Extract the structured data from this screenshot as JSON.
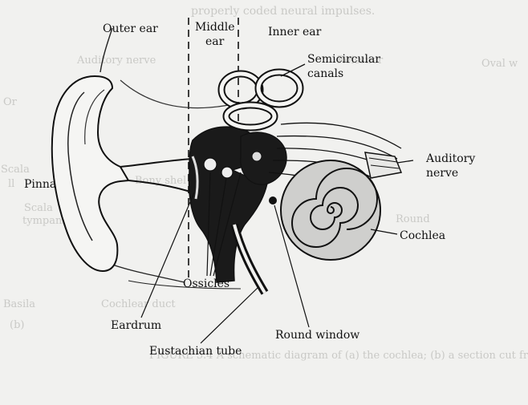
{
  "diagram": {
    "labels": {
      "outer_ear": "Outer ear",
      "middle_ear_1": "Middle",
      "middle_ear_2": "ear",
      "inner_ear": "Inner ear",
      "semicircular_1": "Semicircular",
      "semicircular_2": "canals",
      "auditory_1": "Auditory",
      "auditory_2": "nerve",
      "pinna": "Pinna",
      "cochlea": "Cochlea",
      "ossicles": "Ossicles",
      "eardrum": "Eardrum",
      "round_window": "Round window",
      "eustachian_tube": "Eustachian tube"
    },
    "bleed_through": {
      "top": "properly coded neural impulses.",
      "oval": "Oval w",
      "auditory": "Auditory nerve",
      "reissner": "Reissner",
      "or": "Or",
      "scala": "Scala",
      "bony": "Bony shel",
      "ll": "ll",
      "scala_t1": "Scala",
      "scala_t2": "tympani",
      "round": "Round",
      "cochlear_duct": "Cochlear duct",
      "basilar": "Basila",
      "fig_b": "(b)",
      "figure_caption": "FIGURE 5.4   A schematic diagram of (a) the cochlea; (b) a section cut fr"
    }
  }
}
